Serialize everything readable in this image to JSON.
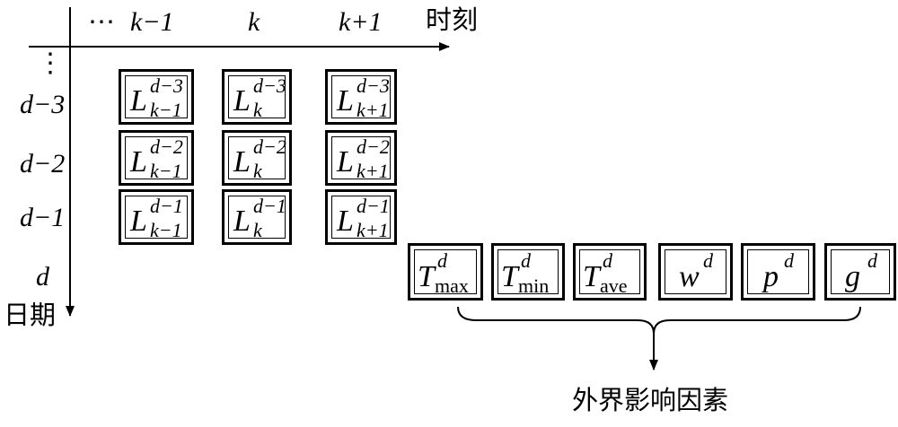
{
  "time_axis": {
    "ellipsis": "⋯",
    "ticks": [
      "k−1",
      "k",
      "k+1"
    ],
    "label": "时刻"
  },
  "date_axis": {
    "ellipsis": "⋮",
    "ticks": [
      "d−3",
      "d−2",
      "d−1",
      "d"
    ],
    "label": "日期"
  },
  "load_grid": {
    "symbol": "L",
    "rows": [
      {
        "sup": "d−3",
        "cells": [
          "k−1",
          "k",
          "k+1"
        ]
      },
      {
        "sup": "d−2",
        "cells": [
          "k−1",
          "k",
          "k+1"
        ]
      },
      {
        "sup": "d−1",
        "cells": [
          "k−1",
          "k",
          "k+1"
        ]
      }
    ]
  },
  "factors": [
    {
      "symbol": "T",
      "sup": "d",
      "sub": "max"
    },
    {
      "symbol": "T",
      "sup": "d",
      "sub": "min"
    },
    {
      "symbol": "T",
      "sup": "d",
      "sub": "ave"
    },
    {
      "symbol": "w",
      "sup": "d",
      "sub": ""
    },
    {
      "symbol": "p",
      "sup": "d",
      "sub": ""
    },
    {
      "symbol": "g",
      "sup": "d",
      "sub": ""
    }
  ],
  "group_label": "外界影响因素"
}
